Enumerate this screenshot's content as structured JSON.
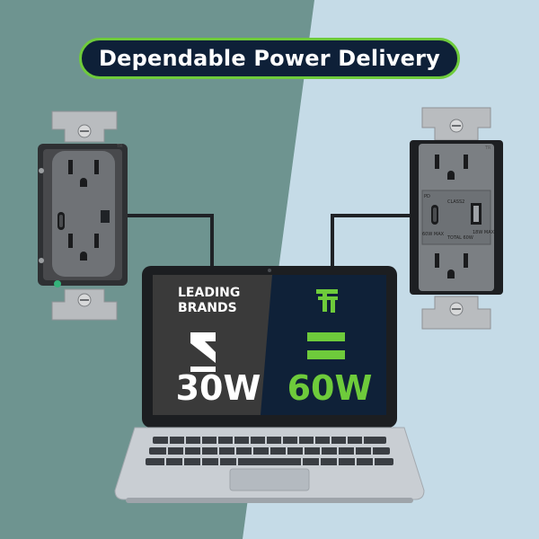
{
  "banner": {
    "title": "Dependable Power Delivery"
  },
  "comparison": {
    "left_label": "LEADING\nBRANDS",
    "left_value": "30W",
    "right_value": "60W",
    "left_symbol": "less-or-equal",
    "right_symbol": "equals"
  },
  "outlet_labels": {
    "pd_label": "PD",
    "pd_max": "60W MAX",
    "usb_class": "CLASS2",
    "total": "TOTAL 60W",
    "usb_max": "18W MAX",
    "tr_left": "TR",
    "tr_right": "TR"
  },
  "colors": {
    "left_bg": "#6e9490",
    "right_bg": "#c5dbe7",
    "banner_bg": "#0e2038",
    "accent_green": "#6ecb3b",
    "screen_left": "#3a3a3a",
    "screen_right": "#0f2138"
  }
}
